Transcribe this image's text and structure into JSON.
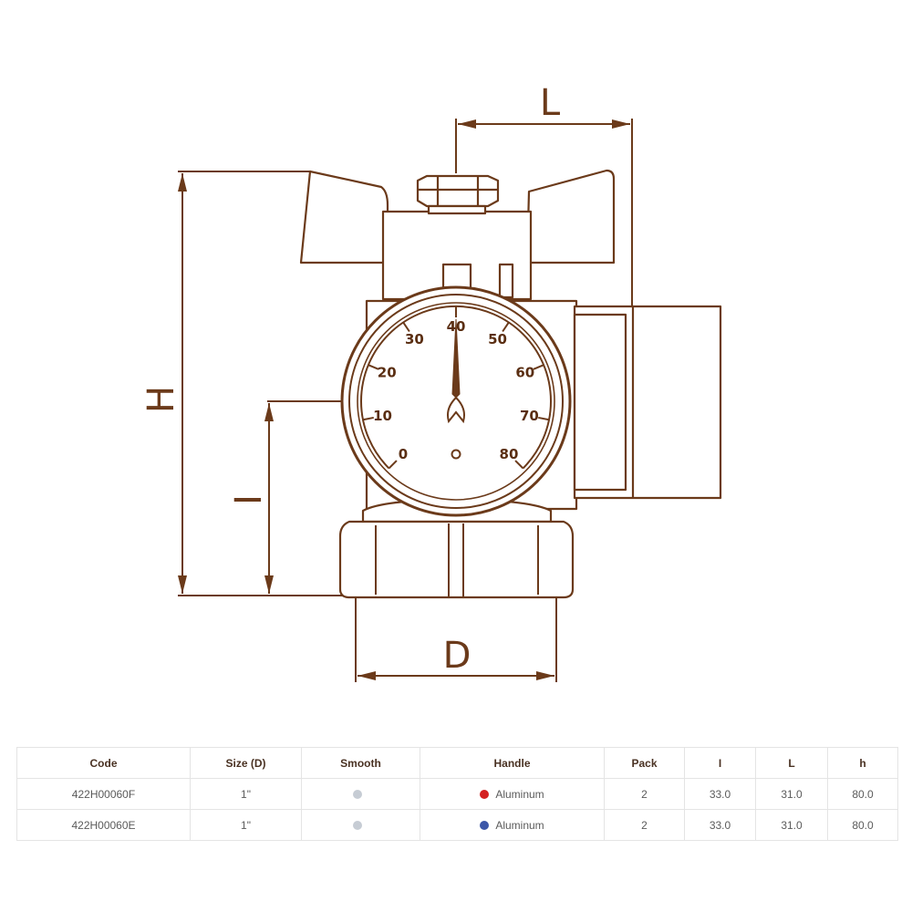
{
  "diagram": {
    "line_color": "#6b3a1a",
    "fill_color": "#ffffff",
    "dimension_labels": {
      "length": "L",
      "height": "H",
      "size_top": "D",
      "size_bottom": "D",
      "inner": "I"
    },
    "thermometer_scale": [
      "0",
      "10",
      "20",
      "30",
      "40",
      "50",
      "60",
      "70",
      "80"
    ]
  },
  "table": {
    "columns": [
      "Code",
      "Size (D)",
      "Smooth",
      "Handle",
      "Pack",
      "I",
      "L",
      "h"
    ],
    "rows": [
      {
        "code": "422H00060F",
        "size": "1\"",
        "smooth_color": "#c6ccd4",
        "handle_color": "#d42020",
        "handle": "Aluminum",
        "pack": "2",
        "i": "33.0",
        "l": "31.0",
        "h": "80.0"
      },
      {
        "code": "422H00060E",
        "size": "1\"",
        "smooth_color": "#c6ccd4",
        "handle_color": "#3c57a8",
        "handle": "Aluminum",
        "pack": "2",
        "i": "33.0",
        "l": "31.0",
        "h": "80.0"
      }
    ]
  }
}
